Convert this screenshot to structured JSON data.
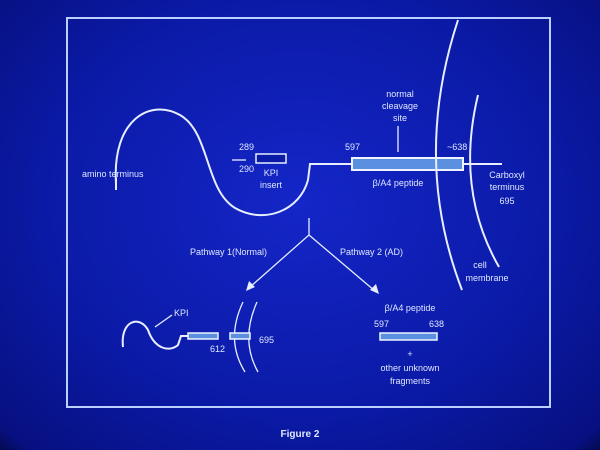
{
  "labels": {
    "amino_terminus": "amino terminus",
    "pos_289": "289",
    "pos_290": "290",
    "kpi_insert_1": "KPI",
    "kpi_insert_2": "insert",
    "pos_597": "597",
    "pos_638": "~638",
    "cleavage_1": "normal",
    "cleavage_2": "cleavage",
    "cleavage_3": "site",
    "peptide": "β/A4 peptide",
    "carboxyl_1": "Carboxyl",
    "carboxyl_2": "terminus",
    "carboxyl_3": "695",
    "membrane_1": "cell",
    "membrane_2": "membrane",
    "pathway1": "Pathway 1(Normal)",
    "pathway2": "Pathway 2 (AD)",
    "kpi_small": "KPI",
    "pos_612": "612",
    "pos_695": "695",
    "ad_peptide": "β/A4 peptide",
    "ad_597": "597",
    "ad_638": "638",
    "plus": "+",
    "fragments_1": "other unknown",
    "fragments_2": "fragments"
  },
  "caption": "Figure 2"
}
